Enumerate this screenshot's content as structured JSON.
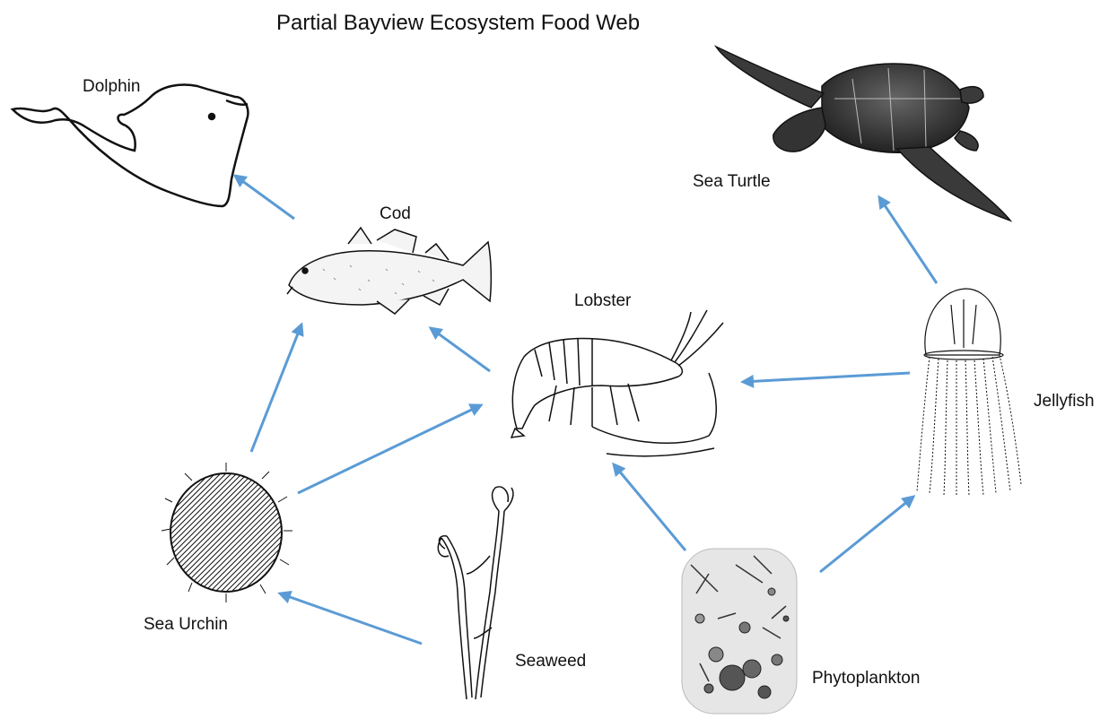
{
  "title": "Partial Bayview Ecosystem Food Web",
  "organisms": {
    "dolphin": "Dolphin",
    "cod": "Cod",
    "lobster": "Lobster",
    "sea_turtle": "Sea Turtle",
    "jellyfish": "Jellyfish",
    "sea_urchin": "Sea Urchin",
    "seaweed": "Seaweed",
    "phytoplankton": "Phytoplankton"
  },
  "arrow_color": "#5b9bd5",
  "edges": [
    {
      "from": "Cod",
      "to": "Dolphin"
    },
    {
      "from": "Lobster",
      "to": "Cod"
    },
    {
      "from": "Sea Urchin",
      "to": "Cod"
    },
    {
      "from": "Sea Urchin",
      "to": "Lobster"
    },
    {
      "from": "Seaweed",
      "to": "Sea Urchin"
    },
    {
      "from": "Phytoplankton",
      "to": "Lobster"
    },
    {
      "from": "Phytoplankton",
      "to": "Jellyfish"
    },
    {
      "from": "Jellyfish",
      "to": "Lobster"
    },
    {
      "from": "Jellyfish",
      "to": "Sea Turtle"
    }
  ]
}
